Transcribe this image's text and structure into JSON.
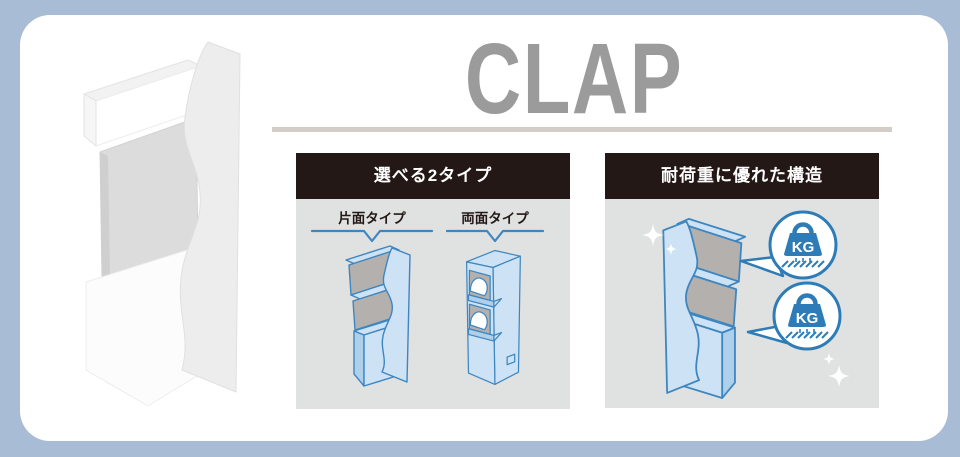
{
  "title": {
    "text": "CLAP"
  },
  "panel_types": {
    "header": "選べる2タイプ",
    "items": [
      {
        "label": "片面タイプ"
      },
      {
        "label": "両面タイプ"
      }
    ]
  },
  "panel_load": {
    "header": "耐荷重に優れた構造",
    "kg_badge_1": "KG",
    "kg_badge_2": "KG"
  },
  "icons": {
    "load_badge": "weight-kg-icon",
    "shine": "sparkle-icon",
    "type_pointer": "bracket-underline-icon"
  },
  "product": {
    "image_name": "white-cardboard-floor-display-3d-render"
  },
  "colors": {
    "frame_border": "#a9bcd6",
    "card_bg": "#ffffff",
    "title_gray": "#9b9b9b",
    "divider": "#d3ccc7",
    "panel_header_bg": "#231815",
    "panel_header_text": "#ffffff",
    "panel_body_bg": "#e0e1e1",
    "illustration_stroke": "#3e86c0",
    "illustration_fill_light": "#cde2f4",
    "illustration_fill_mid": "#afd0ea",
    "illustration_fill_gray": "#b3b0ae",
    "badge_blue": "#2e7cb7"
  }
}
